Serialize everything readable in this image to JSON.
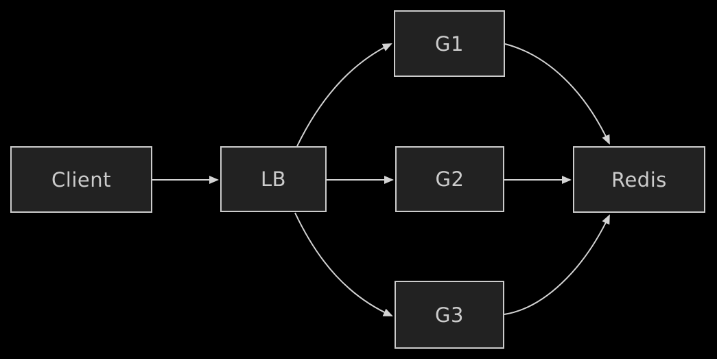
{
  "diagram": {
    "type": "flowchart-left-to-right",
    "colors": {
      "background": "#000000",
      "node_fill": "#222222",
      "node_border": "#cccccc",
      "label": "#cccccc",
      "edge": "#d3d3d3"
    },
    "nodes": [
      {
        "id": "client",
        "label": "Client"
      },
      {
        "id": "lb",
        "label": "LB"
      },
      {
        "id": "g1",
        "label": "G1"
      },
      {
        "id": "g2",
        "label": "G2"
      },
      {
        "id": "g3",
        "label": "G3"
      },
      {
        "id": "redis",
        "label": "Redis"
      }
    ],
    "edges": [
      {
        "from": "Client",
        "to": "LB"
      },
      {
        "from": "LB",
        "to": "G1"
      },
      {
        "from": "LB",
        "to": "G2"
      },
      {
        "from": "LB",
        "to": "G3"
      },
      {
        "from": "G1",
        "to": "Redis"
      },
      {
        "from": "G2",
        "to": "Redis"
      },
      {
        "from": "G3",
        "to": "Redis"
      }
    ]
  }
}
